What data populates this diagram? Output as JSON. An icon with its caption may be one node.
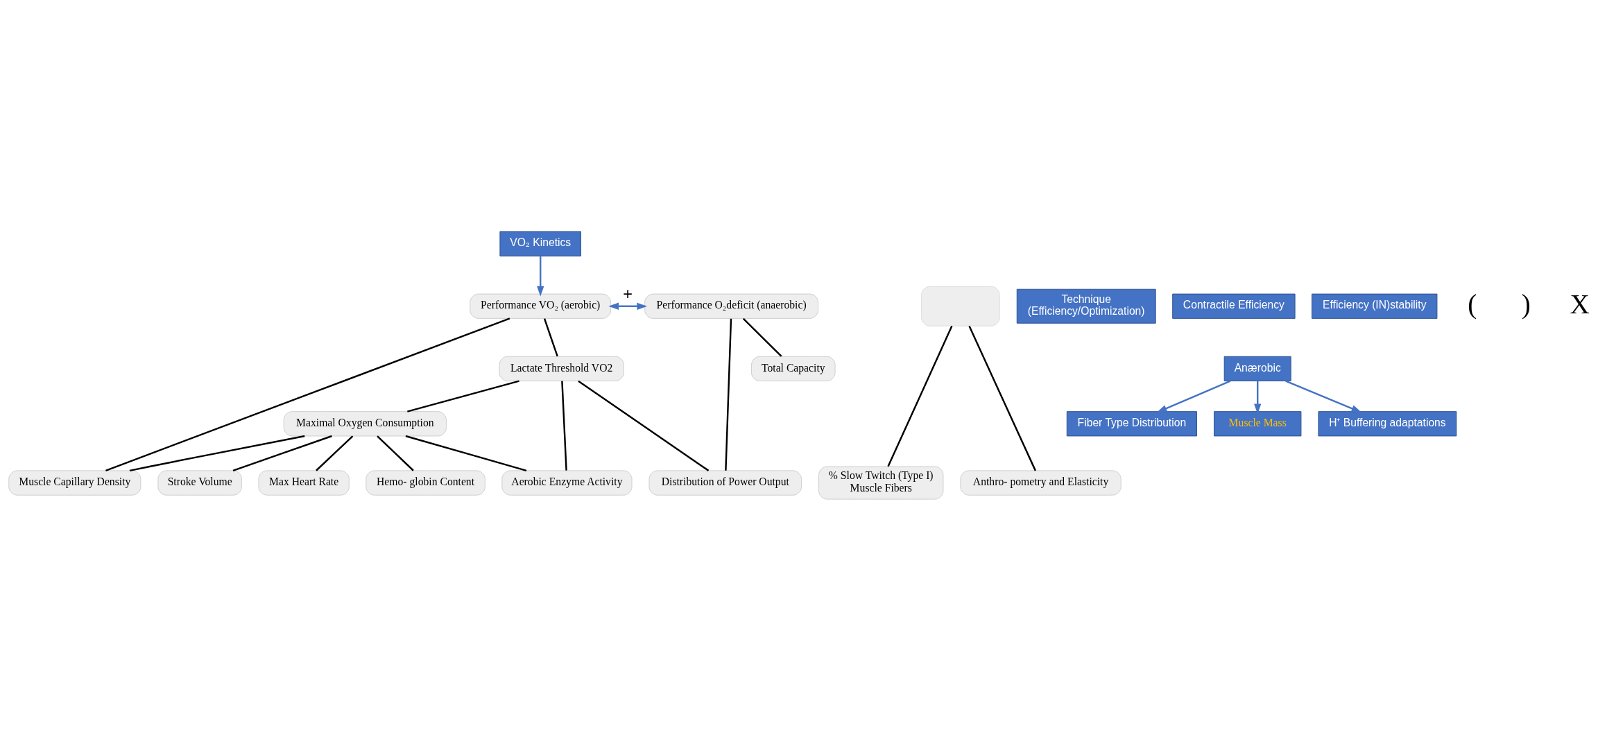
{
  "diagram": {
    "nodes": [
      {
        "text": [
          "VO₂ Kinetics"
        ]
      },
      {
        "text": [
          "Performance VO₂ (aerobic)"
        ]
      },
      {
        "text": [
          "Performance O₂deficit (anaerobic)"
        ]
      },
      {
        "text": [],
        "shape": "box"
      },
      {
        "text": [
          "Technique",
          "(Efficiency/Optimization)"
        ]
      },
      {
        "text": [
          "Contractile Efficiency"
        ]
      },
      {
        "text": [
          "Efficiency (IN)stability"
        ]
      },
      {
        "text": [
          "Lactate Threshold VO2"
        ]
      },
      {
        "text": [
          "Total Capacity"
        ]
      },
      {
        "text": [
          "Anærobic"
        ]
      },
      {
        "text": [
          "Fiber Type Distribution"
        ]
      },
      {
        "text": [
          "Muscle Mass"
        ]
      },
      {
        "text": [
          "H⁺ Buffering adaptations"
        ]
      },
      {
        "text": [
          "Maximal Oxygen Consumption"
        ]
      },
      {
        "text": [
          "Muscle Capillary Density"
        ]
      },
      {
        "text": [
          "Stroke Volume"
        ]
      },
      {
        "text": [
          "Max Heart Rate"
        ]
      },
      {
        "text": [
          "Hemo- globin Content"
        ]
      },
      {
        "text": [
          "Aerobic Enzyme Activity"
        ]
      },
      {
        "text": [
          "Distribution of Power Output"
        ]
      },
      {
        "text": [
          "% Slow Twitch (Type I)",
          "Muscle Fibers"
        ]
      },
      {
        "text": [
          "Anthro- pometry and Elasticity"
        ]
      }
    ],
    "edges": [
      {
        "from": 0,
        "to": 1,
        "arrow": "to",
        "color": "#4472c4"
      },
      {
        "from": 1,
        "to": 2,
        "arrow": "both",
        "label": "+",
        "color": "#4472c4"
      },
      {
        "from": 1,
        "to": 7,
        "arrow": "none"
      },
      {
        "from": 1,
        "to": 14,
        "arrow": "none"
      },
      {
        "from": 7,
        "to": 13,
        "arrow": "none"
      },
      {
        "from": 7,
        "to": 18,
        "arrow": "none"
      },
      {
        "from": 7,
        "to": 19,
        "arrow": "none"
      },
      {
        "from": 13,
        "to": 14,
        "arrow": "none"
      },
      {
        "from": 13,
        "to": 15,
        "arrow": "none"
      },
      {
        "from": 13,
        "to": 16,
        "arrow": "none"
      },
      {
        "from": 13,
        "to": 17,
        "arrow": "none"
      },
      {
        "from": 13,
        "to": 18,
        "arrow": "none"
      },
      {
        "from": 2,
        "to": 8,
        "arrow": "none"
      },
      {
        "from": 2,
        "to": 19,
        "arrow": "none"
      },
      {
        "from": 3,
        "to": 20,
        "arrow": "none"
      },
      {
        "from": 3,
        "to": 21,
        "arrow": "none"
      },
      {
        "from": 9,
        "to": 10,
        "arrow": "to",
        "color": "#4472c4"
      },
      {
        "from": 9,
        "to": 11,
        "arrow": "to",
        "color": "#4472c4"
      },
      {
        "from": 9,
        "to": 12,
        "arrow": "to",
        "color": "#4472c4"
      }
    ],
    "labels": [
      "(",
      ")",
      "X"
    ]
  }
}
